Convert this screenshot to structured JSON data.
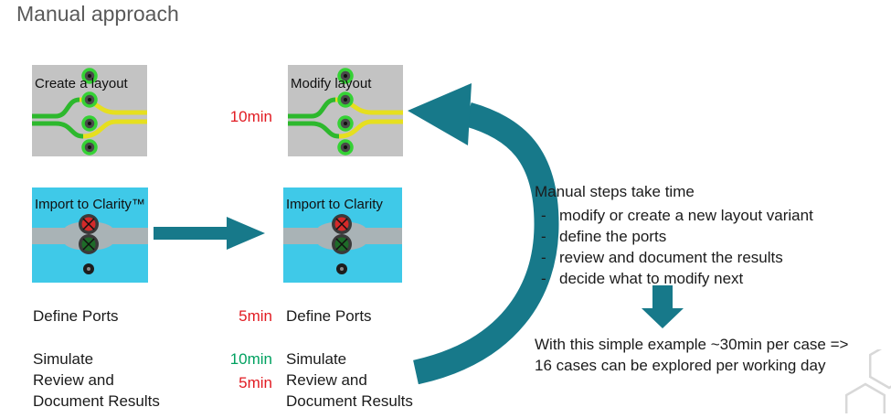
{
  "title": "Manual approach",
  "left": {
    "create_layout_label": "Create a layout",
    "import_label": "Import to Clarity™",
    "define_ports": "Define Ports",
    "simulate_lines": [
      "Simulate",
      "Review and",
      "Document Results"
    ]
  },
  "middle": {
    "modify_time": "10min",
    "modify_label": "Modify layout",
    "import_label": "Import to Clarity",
    "define_time": "5min",
    "define_ports": "Define Ports",
    "simulate_time": "10min",
    "simulate_line": "Simulate",
    "review_time": "5min",
    "review_line": "Review and",
    "document_line": "Document Results"
  },
  "right": {
    "heading": "Manual steps take time",
    "bullet_dash": "-",
    "bullets": [
      "modify or create a new layout variant",
      "define the ports",
      "review and document the results",
      "decide what to modify next"
    ],
    "conclusion_lines": [
      "With this simple example ~30min per case =>",
      "16 cases can be explored per working day"
    ]
  },
  "colors": {
    "teal": "#17798a",
    "red": "#e11b22",
    "green": "#00a160",
    "title_gray": "#595959"
  }
}
